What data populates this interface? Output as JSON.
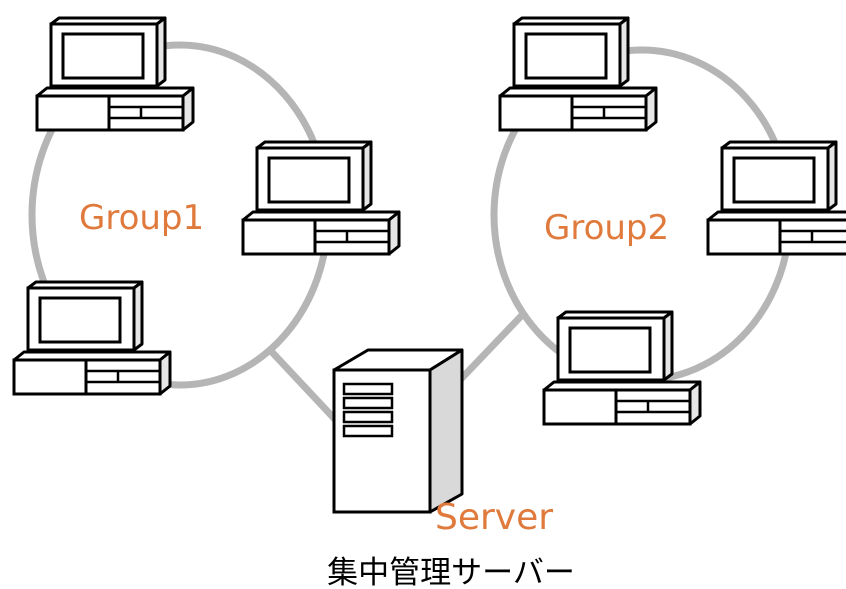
{
  "labels": {
    "group1": "Group1",
    "group2": "Group2",
    "server": "Server",
    "caption": "集中管理サーバー"
  },
  "colors": {
    "label": "#e07a3c",
    "ring": "#b5b5b5",
    "outline": "#000000",
    "server_side": "#d9d9d9",
    "caption": "#000000"
  },
  "icons": {
    "computer": "desktop-computer-icon",
    "server": "server-tower-icon"
  }
}
